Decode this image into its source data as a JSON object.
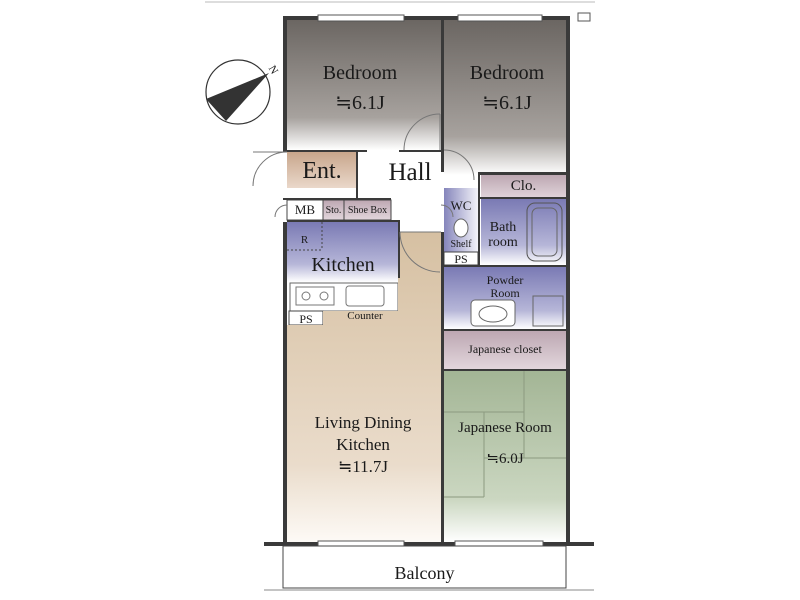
{
  "rooms": {
    "bedroom_left": {
      "name": "Bedroom",
      "size": "≒6.1J"
    },
    "bedroom_right": {
      "name": "Bedroom",
      "size": "≒6.1J"
    },
    "entrance": {
      "name": "Ent."
    },
    "hall": {
      "name": "Hall"
    },
    "closet": {
      "name": "Clo."
    },
    "meter_box": {
      "name": "MB"
    },
    "storage": {
      "name": "Sto."
    },
    "shoe_box": {
      "name": "Shoe Box"
    },
    "wc": {
      "name": "WC"
    },
    "shelf": {
      "name": "Shelf"
    },
    "bathroom_line1": {
      "name": "Bath"
    },
    "bathroom_line2": {
      "name": "room"
    },
    "ps_top": {
      "name": "PS"
    },
    "refrigerator": {
      "name": "R"
    },
    "kitchen": {
      "name": "Kitchen"
    },
    "powder_line1": {
      "name": "Powder"
    },
    "powder_line2": {
      "name": "Room"
    },
    "ps_bottom": {
      "name": "PS"
    },
    "counter": {
      "name": "Counter"
    },
    "japanese_closet": {
      "name": "Japanese closet"
    },
    "ldk_line1": {
      "name": "Living Dining"
    },
    "ldk_line2": {
      "name": "Kitchen"
    },
    "ldk_size": {
      "size": "≒11.7J"
    },
    "japanese_room": {
      "name": "Japanese Room",
      "size": "≒6.0J"
    },
    "balcony": {
      "name": "Balcony"
    }
  },
  "compass": {
    "label": "N"
  },
  "colors": {
    "bedroom": "#6f6a66",
    "entrance": "#c9a88e",
    "purple": "#7b7bb4",
    "ldk": "#d8c3a5",
    "tatami": "#a8b89a",
    "closet": "#c4aeb8",
    "wall": "#3a3a3a"
  }
}
